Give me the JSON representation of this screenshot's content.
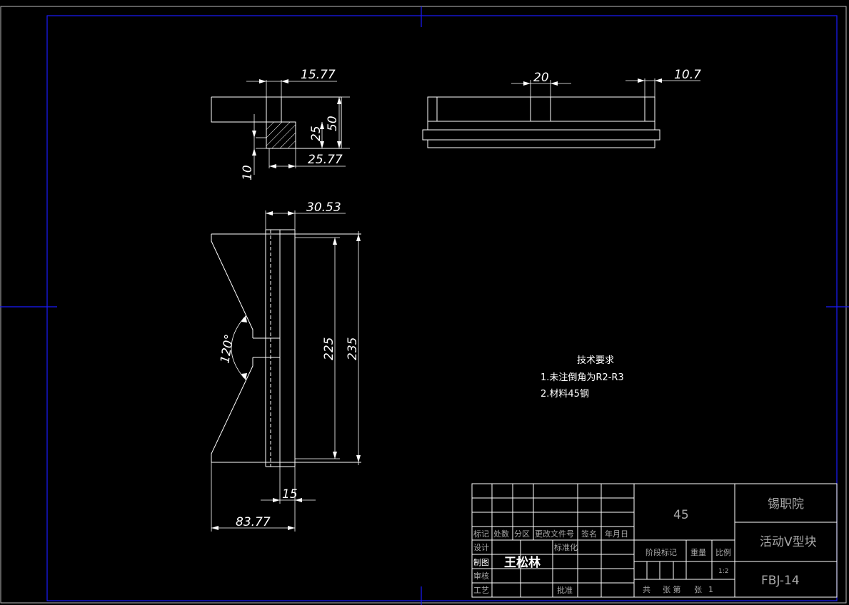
{
  "dimensions": {
    "side_width_top": "15.77",
    "side_height": "50",
    "side_notch_h": "25",
    "side_notch_w": "25.77",
    "side_base": "10",
    "top_slot": "20",
    "top_end": "10.7",
    "plan_slot": "30.53",
    "plan_inner_len": "225",
    "plan_outer_len": "235",
    "plan_angle": "120°",
    "plan_web": "15",
    "plan_width": "83.77"
  },
  "notes": {
    "title": "技术要求",
    "line1": "1.未注倒角为R2-R3",
    "line2": "2.材料45钢"
  },
  "title_block": {
    "material": "45",
    "school": "锡职院",
    "part_name": "活动V型块",
    "drawing_no": "FBJ-14",
    "scale_value": "1:2",
    "col_mark": "标记",
    "col_count": "处数",
    "col_zone": "分区",
    "col_change_doc": "更改文件号",
    "col_sign": "签名",
    "col_date": "年月日",
    "row_design": "设计",
    "row_standard": "标准化",
    "row_drawn": "制图",
    "drawer_name": "王松林",
    "row_review": "审核",
    "row_process": "工艺",
    "row_approve": "批准",
    "stage_mark": "阶段标记",
    "weight": "重量",
    "scale": "比例",
    "sheets_total": "共",
    "sheets_of": "张 第",
    "sheets_page": "张",
    "sheet_number": "1"
  },
  "colors": {
    "background": "#000000",
    "border": "#1a1aff",
    "lines": "#ffffff",
    "title_text": "#a9a9a9"
  }
}
